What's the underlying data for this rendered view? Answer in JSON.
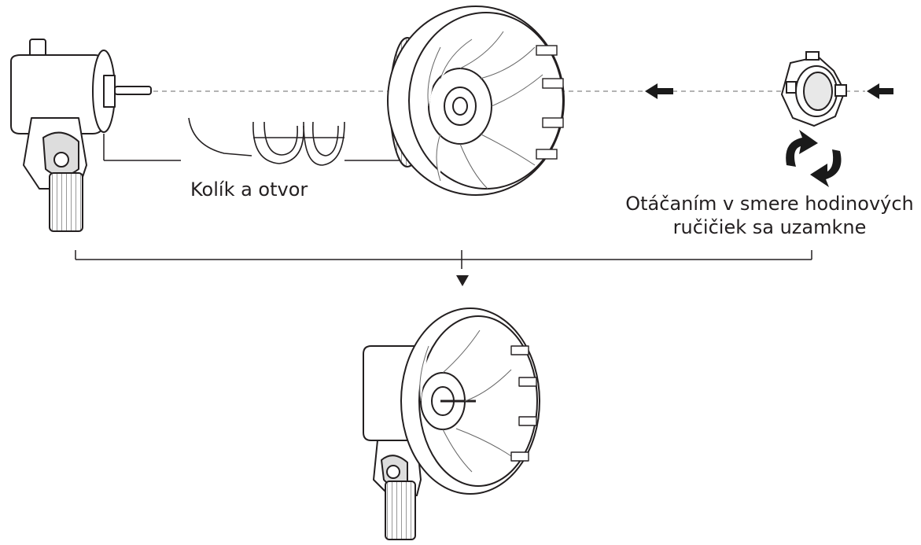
{
  "labels": {
    "pin_and_hole": "Kolík a otvor",
    "rotate_line1": "Otáčaním v smere hodinových",
    "rotate_line2": "ručičiek sa uzamkne"
  },
  "colors": {
    "ink": "#231f20",
    "arrow": "#1a1a1a",
    "dash": "#9a9a9a",
    "paper": "#ffffff"
  },
  "icons": [
    "motor-housing",
    "fan-blade",
    "locking-nut",
    "rotate-clockwise-arrow",
    "direction-arrow",
    "down-triangle"
  ]
}
